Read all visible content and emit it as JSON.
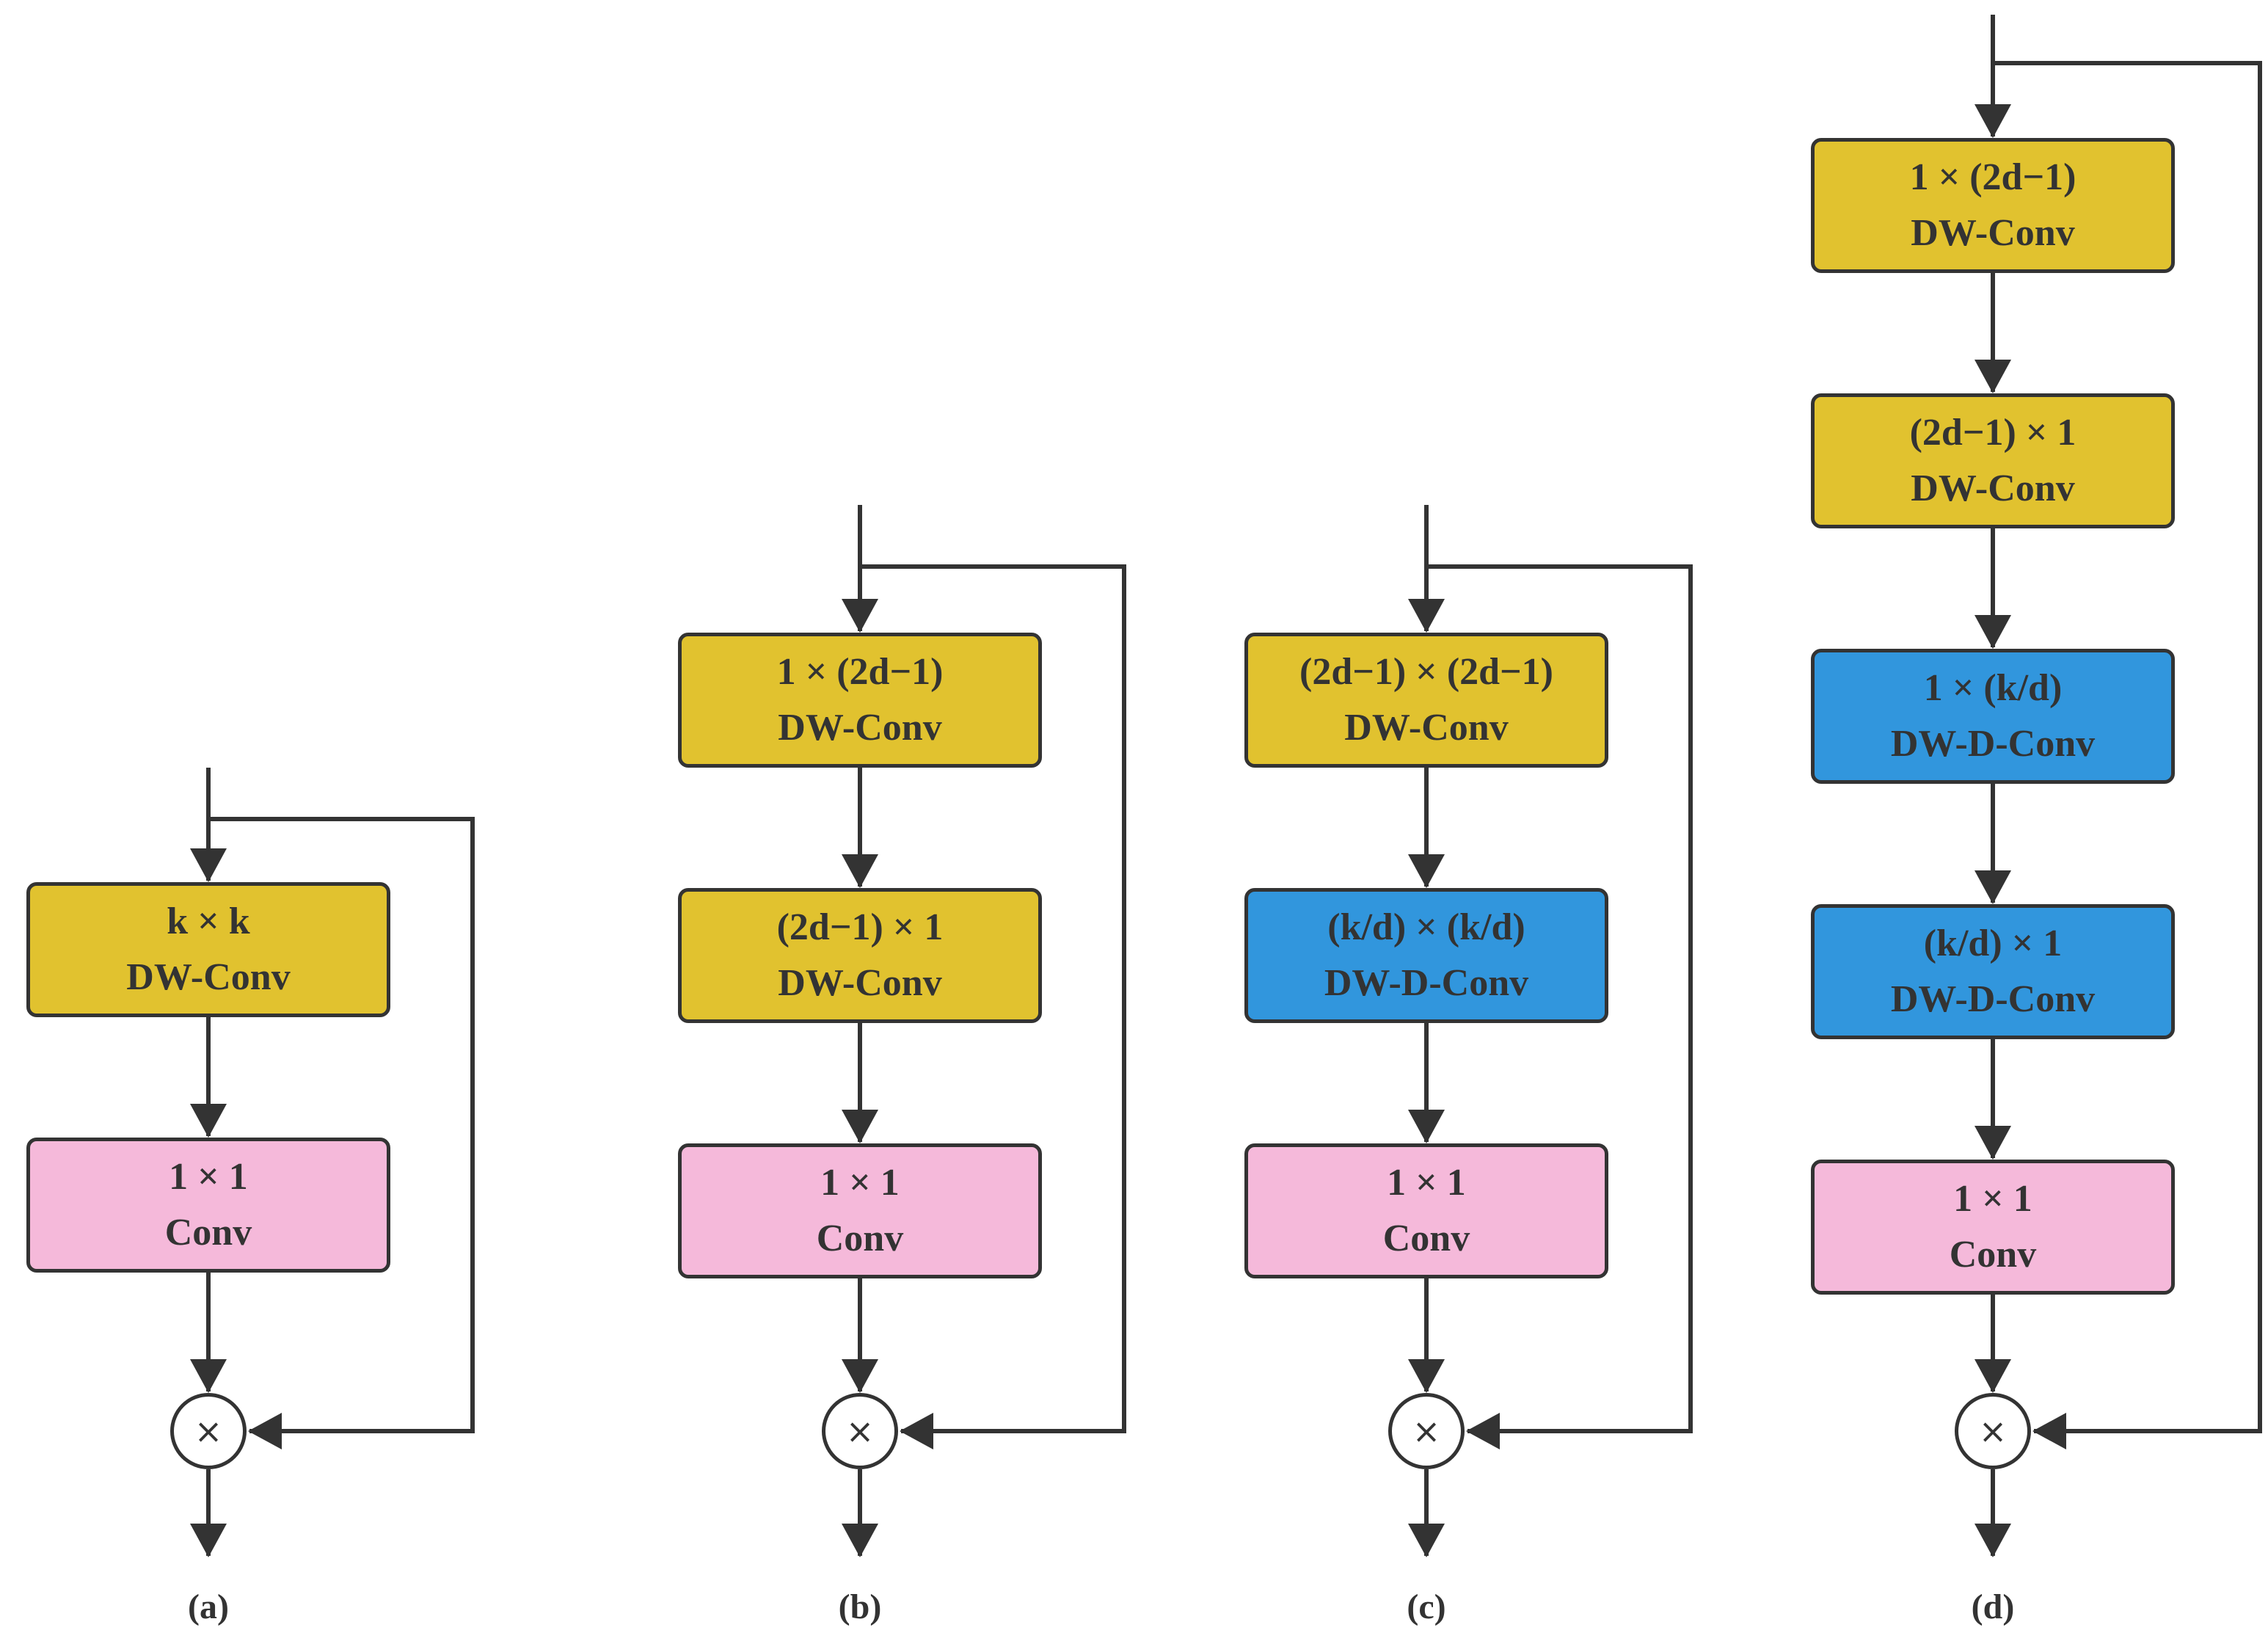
{
  "colors": {
    "dw_conv": "#E1C22F",
    "dw_d_conv": "#3196DD",
    "pointwise_conv": "#F5B9DA",
    "stroke": "#333333"
  },
  "multiply_symbol": "×",
  "panels": [
    {
      "caption": "(a)",
      "blocks": [
        {
          "kind": "dw_conv",
          "line1": "k × k",
          "line2": "DW-Conv"
        },
        {
          "kind": "pointwise_conv",
          "line1": "1 × 1",
          "line2": "Conv"
        }
      ]
    },
    {
      "caption": "(b)",
      "blocks": [
        {
          "kind": "dw_conv",
          "line1": "1 × (2d−1)",
          "line2": "DW-Conv"
        },
        {
          "kind": "dw_conv",
          "line1": "(2d−1) × 1",
          "line2": "DW-Conv"
        },
        {
          "kind": "pointwise_conv",
          "line1": "1 × 1",
          "line2": "Conv"
        }
      ]
    },
    {
      "caption": "(c)",
      "blocks": [
        {
          "kind": "dw_conv",
          "line1": "(2d−1) × (2d−1)",
          "line2": "DW-Conv"
        },
        {
          "kind": "dw_d_conv",
          "line1": "(k/d) × (k/d)",
          "line2": "DW-D-Conv"
        },
        {
          "kind": "pointwise_conv",
          "line1": "1 × 1",
          "line2": "Conv"
        }
      ]
    },
    {
      "caption": "(d)",
      "blocks": [
        {
          "kind": "dw_conv",
          "line1": "1 × (2d−1)",
          "line2": "DW-Conv"
        },
        {
          "kind": "dw_conv",
          "line1": "(2d−1) × 1",
          "line2": "DW-Conv"
        },
        {
          "kind": "dw_d_conv",
          "line1": "1 × (k/d)",
          "line2": "DW-D-Conv"
        },
        {
          "kind": "dw_d_conv",
          "line1": "(k/d) × 1",
          "line2": "DW-D-Conv"
        },
        {
          "kind": "pointwise_conv",
          "line1": "1 × 1",
          "line2": "Conv"
        }
      ]
    }
  ]
}
